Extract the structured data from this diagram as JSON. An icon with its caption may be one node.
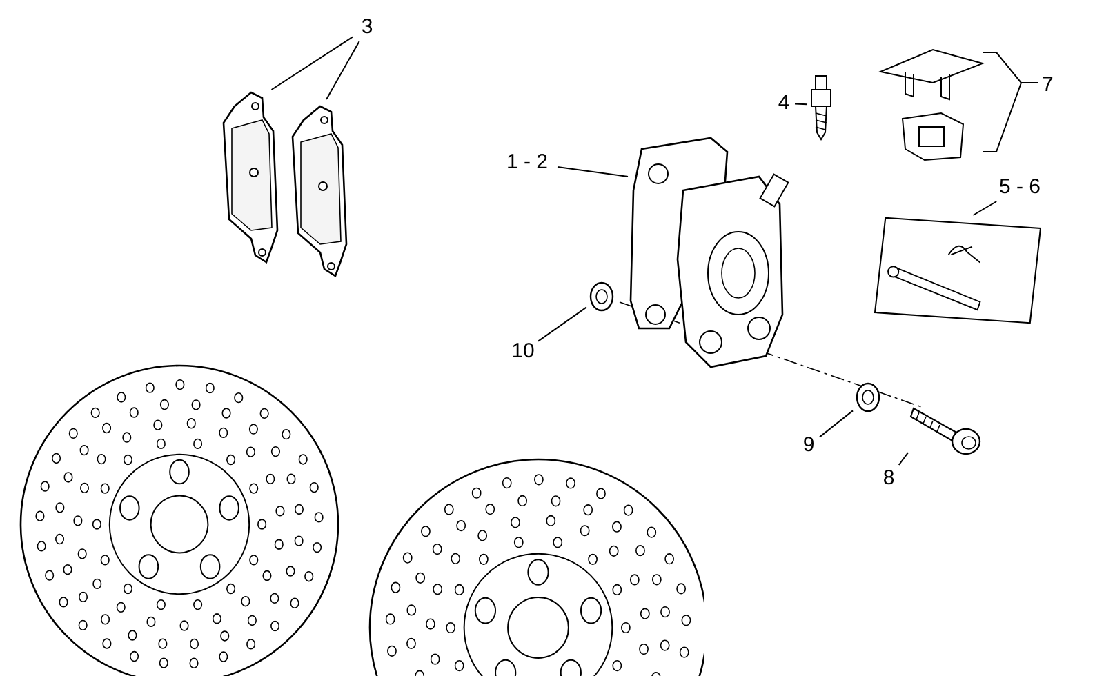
{
  "diagram": {
    "nodes": [
      {
        "text": [
          "3"
        ]
      },
      {
        "text": [],
        "shape": "picture"
      },
      {
        "text": [],
        "shape": "picture"
      },
      {
        "text": [
          "4"
        ]
      },
      {
        "text": [],
        "shape": "picture"
      },
      {
        "text": [
          "1 - 2"
        ]
      },
      {
        "text": [],
        "shape": "picture"
      },
      {
        "text": [
          "5 - 6"
        ]
      },
      {
        "text": [],
        "shape": "box"
      },
      {
        "text": [
          "10"
        ]
      },
      {
        "text": [],
        "shape": "picture"
      },
      {
        "text": [
          "9"
        ]
      },
      {
        "text": [],
        "shape": "picture"
      },
      {
        "text": [
          "8"
        ]
      },
      {
        "text": [],
        "shape": "picture"
      }
    ],
    "edges": [
      {
        "from": 0,
        "to": 1,
        "arrow": "none"
      },
      {
        "from": 0,
        "to": 2,
        "arrow": "none"
      },
      {
        "from": 3,
        "to": 4,
        "arrow": "none"
      },
      {
        "from": 5,
        "to": 6,
        "arrow": "none"
      },
      {
        "from": 7,
        "to": 8,
        "arrow": "none"
      },
      {
        "from": 9,
        "to": 10,
        "arrow": "none"
      },
      {
        "from": 11,
        "to": 12,
        "arrow": "none"
      },
      {
        "from": 13,
        "to": 14,
        "arrow": "none"
      }
    ],
    "labels": [
      "7"
    ]
  }
}
